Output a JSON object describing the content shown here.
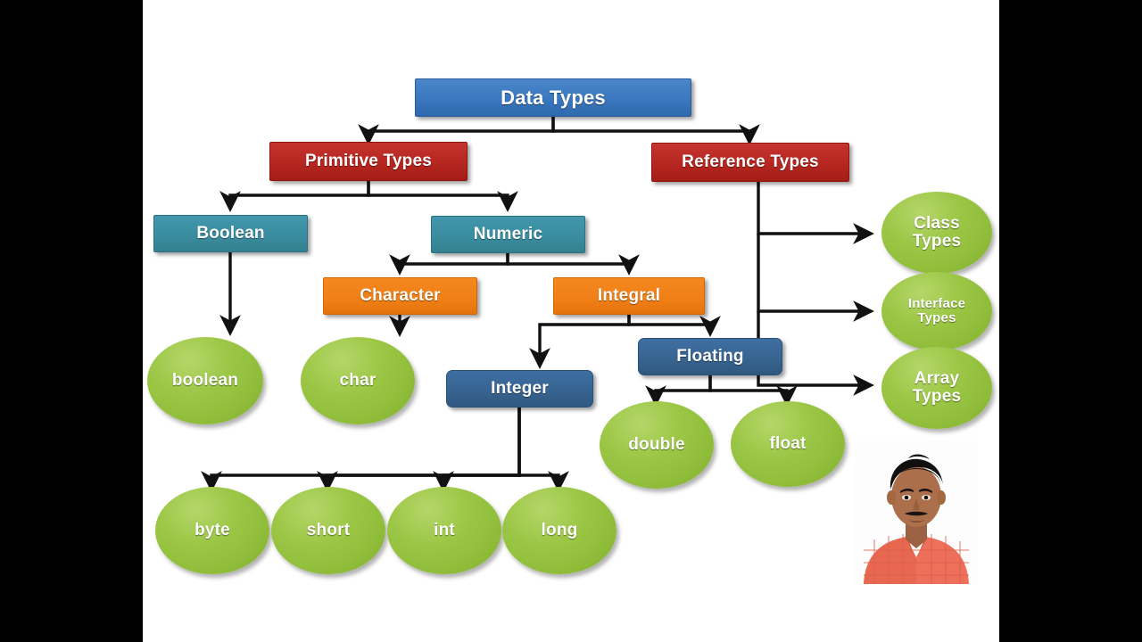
{
  "diagram": {
    "title": "Java Data Types Hierarchy",
    "colors": {
      "root_blue": "#3a77bf",
      "red": "#b5251f",
      "teal": "#3a8da0",
      "orange": "#f07f16",
      "dark_blue": "#37638f",
      "green": "#96c440",
      "arrow": "#111111",
      "canvas": "#ffffff",
      "letterbox": "#000000"
    },
    "nodes": {
      "root": {
        "label": "Data Types",
        "shape": "rect",
        "color": "root_blue"
      },
      "primitive": {
        "label": "Primitive Types",
        "shape": "rect",
        "color": "red"
      },
      "reference": {
        "label": "Reference Types",
        "shape": "rect",
        "color": "red"
      },
      "boolean_group": {
        "label": "Boolean",
        "shape": "rect",
        "color": "teal"
      },
      "numeric": {
        "label": "Numeric",
        "shape": "rect",
        "color": "teal"
      },
      "character": {
        "label": "Character",
        "shape": "rect",
        "color": "orange"
      },
      "integral": {
        "label": "Integral",
        "shape": "rect",
        "color": "orange"
      },
      "integer": {
        "label": "Integer",
        "shape": "rect",
        "color": "dark_blue"
      },
      "floating": {
        "label": "Floating",
        "shape": "rect",
        "color": "dark_blue"
      },
      "boolean_leaf": {
        "label": "boolean",
        "shape": "ellipse",
        "color": "green"
      },
      "char_leaf": {
        "label": "char",
        "shape": "ellipse",
        "color": "green"
      },
      "double_leaf": {
        "label": "double",
        "shape": "ellipse",
        "color": "green"
      },
      "float_leaf": {
        "label": "float",
        "shape": "ellipse",
        "color": "green"
      },
      "byte_leaf": {
        "label": "byte",
        "shape": "ellipse",
        "color": "green"
      },
      "short_leaf": {
        "label": "short",
        "shape": "ellipse",
        "color": "green"
      },
      "int_leaf": {
        "label": "int",
        "shape": "ellipse",
        "color": "green"
      },
      "long_leaf": {
        "label": "long",
        "shape": "ellipse",
        "color": "green"
      },
      "class_types": {
        "label_line1": "Class",
        "label_line2": "Types",
        "shape": "ellipse",
        "color": "green"
      },
      "interface_types": {
        "label_line1": "Interface",
        "label_line2": "Types",
        "shape": "ellipse",
        "color": "green"
      },
      "array_types": {
        "label_line1": "Array",
        "label_line2": "Types",
        "shape": "ellipse",
        "color": "green"
      }
    },
    "edges": [
      {
        "from": "root",
        "to": "primitive"
      },
      {
        "from": "root",
        "to": "reference"
      },
      {
        "from": "primitive",
        "to": "boolean_group"
      },
      {
        "from": "primitive",
        "to": "numeric"
      },
      {
        "from": "boolean_group",
        "to": "boolean_leaf"
      },
      {
        "from": "numeric",
        "to": "character"
      },
      {
        "from": "numeric",
        "to": "integral"
      },
      {
        "from": "character",
        "to": "char_leaf"
      },
      {
        "from": "integral",
        "to": "integer"
      },
      {
        "from": "integral",
        "to": "floating"
      },
      {
        "from": "floating",
        "to": "double_leaf"
      },
      {
        "from": "floating",
        "to": "float_leaf"
      },
      {
        "from": "integer",
        "to": "byte_leaf"
      },
      {
        "from": "integer",
        "to": "short_leaf"
      },
      {
        "from": "integer",
        "to": "int_leaf"
      },
      {
        "from": "integer",
        "to": "long_leaf"
      },
      {
        "from": "reference",
        "to": "class_types"
      },
      {
        "from": "reference",
        "to": "interface_types"
      },
      {
        "from": "reference",
        "to": "array_types"
      }
    ],
    "presenter_overlay": {
      "name": "presenter-webcam-photo",
      "visible": true
    }
  }
}
